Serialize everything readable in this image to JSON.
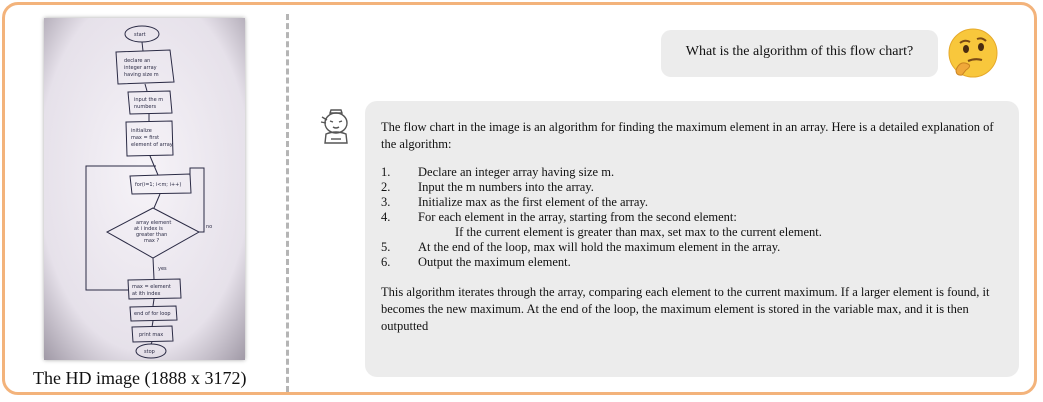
{
  "caption": "The HD image (1888 x 3172)",
  "user_message": "What is the algorithm of this flow chart?",
  "assistant": {
    "intro": "The flow chart in the image is an algorithm for finding the maximum element in an array. Here is a detailed explanation of the algorithm:",
    "steps": [
      {
        "num": "1.",
        "text": "Declare an integer array having size m."
      },
      {
        "num": "2.",
        "text": "Input the m numbers into the array."
      },
      {
        "num": "3.",
        "text": "Initialize max as the first element of the array."
      },
      {
        "num": "4.",
        "text": "For each element in the array, starting from the second element:"
      },
      {
        "num": "5.",
        "text": "At the end of the loop, max will hold the maximum element in the array."
      },
      {
        "num": "6.",
        "text": "Output the maximum element."
      }
    ],
    "substep": "If the current element is greater than max, set max to the current element.",
    "outro": "This algorithm iterates through the array, comparing each element to the current maximum. If a larger element is found, it becomes the new maximum. At the end of the loop, the maximum element is stored in the variable max, and it is then outputted"
  },
  "flowchart_photo": {
    "nodes": [
      "Start",
      "declare an integer array having size m",
      "Input the m numbers",
      "initialize max = first element of array",
      "for(i=1; i<m; i++)",
      "array element at i index is greater than max ?",
      "yes",
      "no",
      "max = element at ith index",
      "end of for loop",
      "print max",
      "stop"
    ]
  },
  "colors": {
    "frame": "#f3b37b",
    "bubble": "#ececec",
    "divider": "#b5b5b5"
  },
  "icons": {
    "user": "thinking-face-emoji",
    "assistant": "robot-avatar"
  }
}
